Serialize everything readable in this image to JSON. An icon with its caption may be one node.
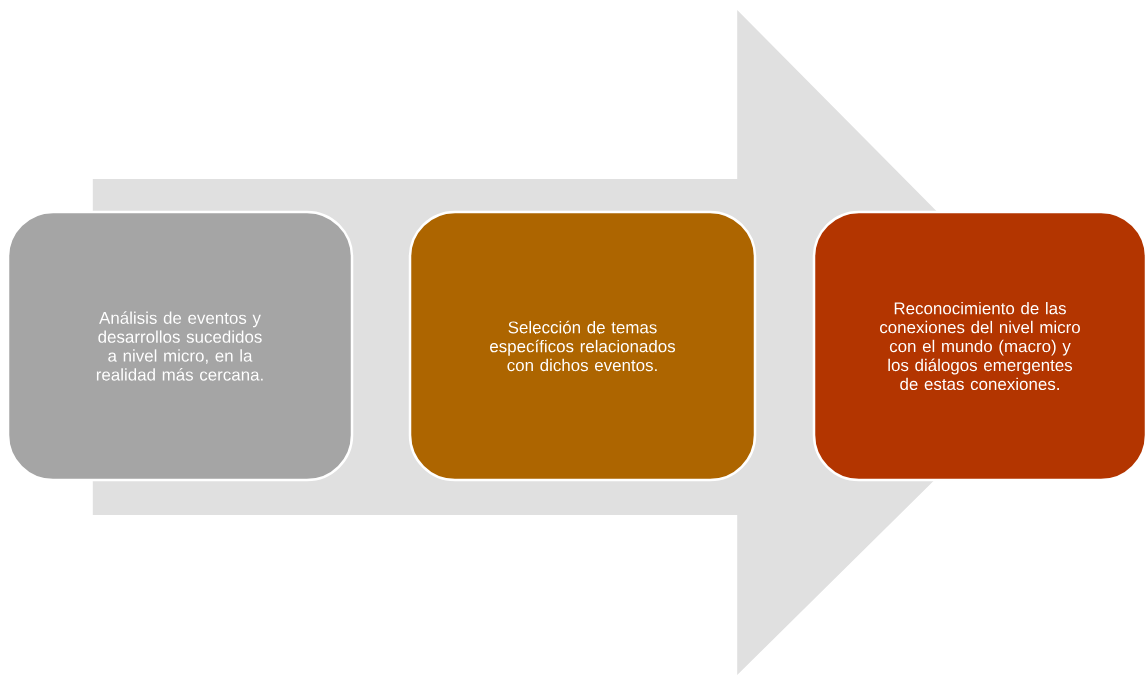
{
  "diagram": {
    "nodes": [
      {
        "text": [
          "Análisis de eventos y desarrollos sucedidos a nivel micro, en la realidad más cercana."
        ]
      },
      {
        "text": [
          "Selección de temas específicos relacionados con dichos eventos."
        ]
      },
      {
        "text": [
          "Reconocimiento de las conexiones del nivel micro con el mundo (macro) y los diálogos emergentes de estas conexiones."
        ]
      }
    ],
    "edges": [
      {
        "from": 0,
        "to": 2,
        "arrow": "to"
      }
    ]
  }
}
